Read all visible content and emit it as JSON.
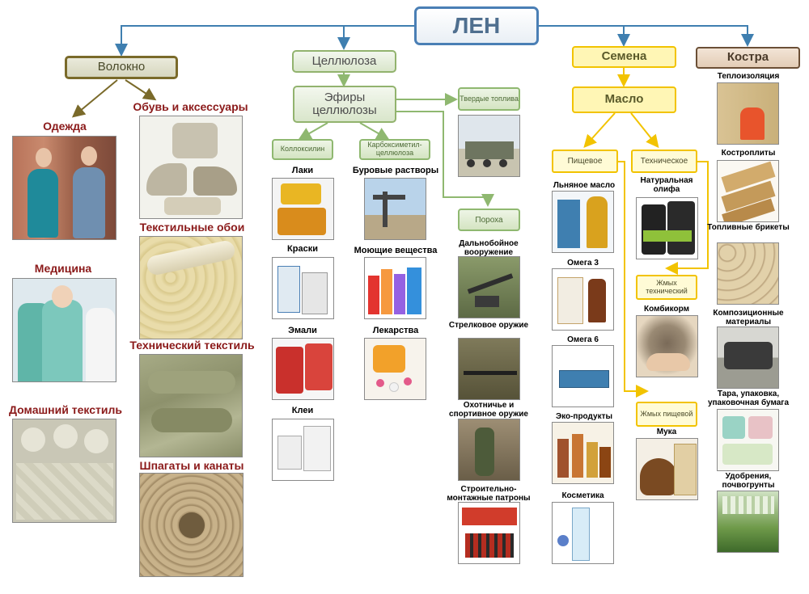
{
  "root": "ЛЕН",
  "branches": {
    "fiber": "Волокно",
    "cellulose": "Целлюлоза",
    "seeds": "Семена",
    "shive": "Костра"
  },
  "fiber": {
    "clothing": "Одежда",
    "shoes": "Обувь и аксессуары",
    "medicine": "Медицина",
    "wallpaper": "Текстильные обои",
    "tech_textile": "Технический текстиль",
    "home_textile": "Домашний текстиль",
    "twine": "Шпагаты и канаты"
  },
  "cellulose": {
    "ethers": "Эфиры целлюлозы",
    "solid_fuel": "Твердые топлива",
    "collox": "Коллоксилин",
    "cmc": "Карбоксиметил-целлюлоза",
    "powder": "Пороха",
    "lacquers": "Лаки",
    "paints": "Краски",
    "enamels": "Эмали",
    "glues": "Клеи",
    "drilling": "Буровые растворы",
    "detergents": "Моющие вещества",
    "medicines": "Лекарства",
    "long_range": "Дальнобойное вооружение",
    "small_arms": "Стрелковое оружие",
    "hunting": "Охотничье и спортивное оружие",
    "construction": "Строительно-монтажные патроны"
  },
  "seeds": {
    "oil": "Масло",
    "food": "Пищевое",
    "technical": "Техническое",
    "linseed_oil": "Льняное масло",
    "omega3": "Омега 3",
    "omega6": "Омега 6",
    "eco": "Эко-продукты",
    "cosmetics": "Косметика",
    "drying_oil": "Натуральная олифа",
    "cake_tech": "Жмых технический",
    "feed": "Комбикорм",
    "cake_food": "Жмых пищевой",
    "flour": "Мука"
  },
  "shive": {
    "insulation": "Теплоизоляция",
    "boards": "Костроплиты",
    "briquettes": "Топливные брикеты",
    "composites": "Композиционные материалы",
    "packaging": "Тара, упаковка, упаковочная бумага",
    "fertilizers": "Удобрения, почвогрунты"
  },
  "colors": {
    "line": "#3f7fb0",
    "green_line": "#8fb870",
    "yellow_line": "#f2c300",
    "dark_red": "#8b1a1a",
    "root_border": "#4a7fb5"
  }
}
